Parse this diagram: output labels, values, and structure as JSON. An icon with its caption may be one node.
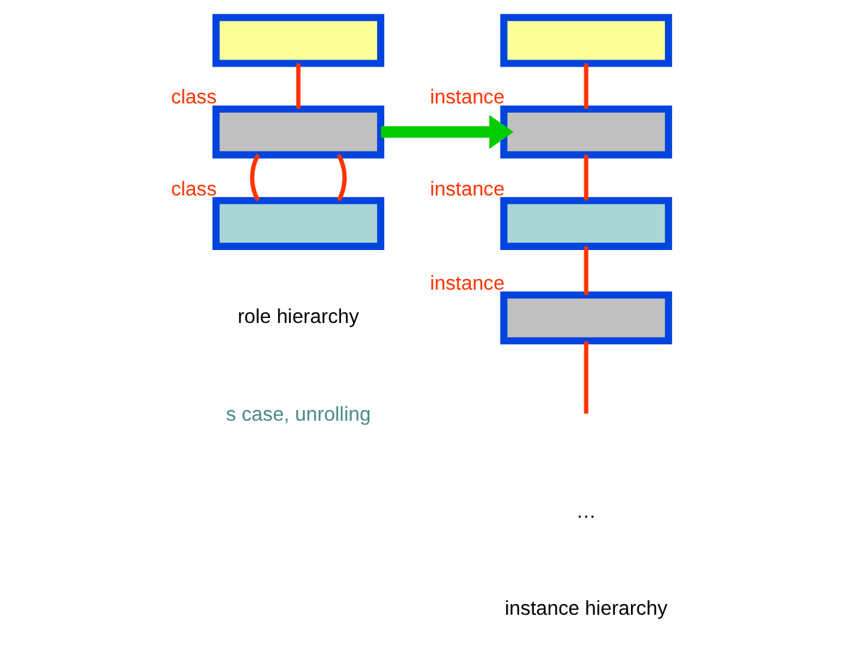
{
  "diagram": {
    "nodes": [
      {
        "text": [],
        "shape": "box"
      },
      {
        "text": [],
        "shape": "box",
        "beside": [
          "class"
        ]
      },
      {
        "text": [],
        "shape": "box",
        "beside": [
          "class"
        ]
      },
      {
        "text": [],
        "shape": "box"
      },
      {
        "text": [],
        "shape": "box",
        "beside": [
          "instance"
        ]
      },
      {
        "text": [],
        "shape": "box",
        "beside": [
          "instance"
        ]
      },
      {
        "text": [],
        "shape": "box",
        "beside": [
          "instance"
        ]
      }
    ],
    "edges": [
      {
        "from": 0,
        "to": 1,
        "arrow": "none"
      },
      {
        "from": 1,
        "to": 2,
        "arrow": "none"
      },
      {
        "from": 1,
        "to": 2,
        "arrow": "none"
      },
      {
        "from": 1,
        "to": 4,
        "arrow": "to",
        "style": "thick",
        "color": "#00cc00"
      },
      {
        "from": 3,
        "to": 4,
        "arrow": "none"
      },
      {
        "from": 4,
        "to": 5,
        "arrow": "none"
      },
      {
        "from": 5,
        "to": 6,
        "arrow": "none"
      },
      {
        "from": 6,
        "to": null,
        "arrow": "none"
      }
    ],
    "labels": [
      "role hierarchy",
      "…",
      "instance hierarchy",
      "s case, unrolling"
    ]
  }
}
